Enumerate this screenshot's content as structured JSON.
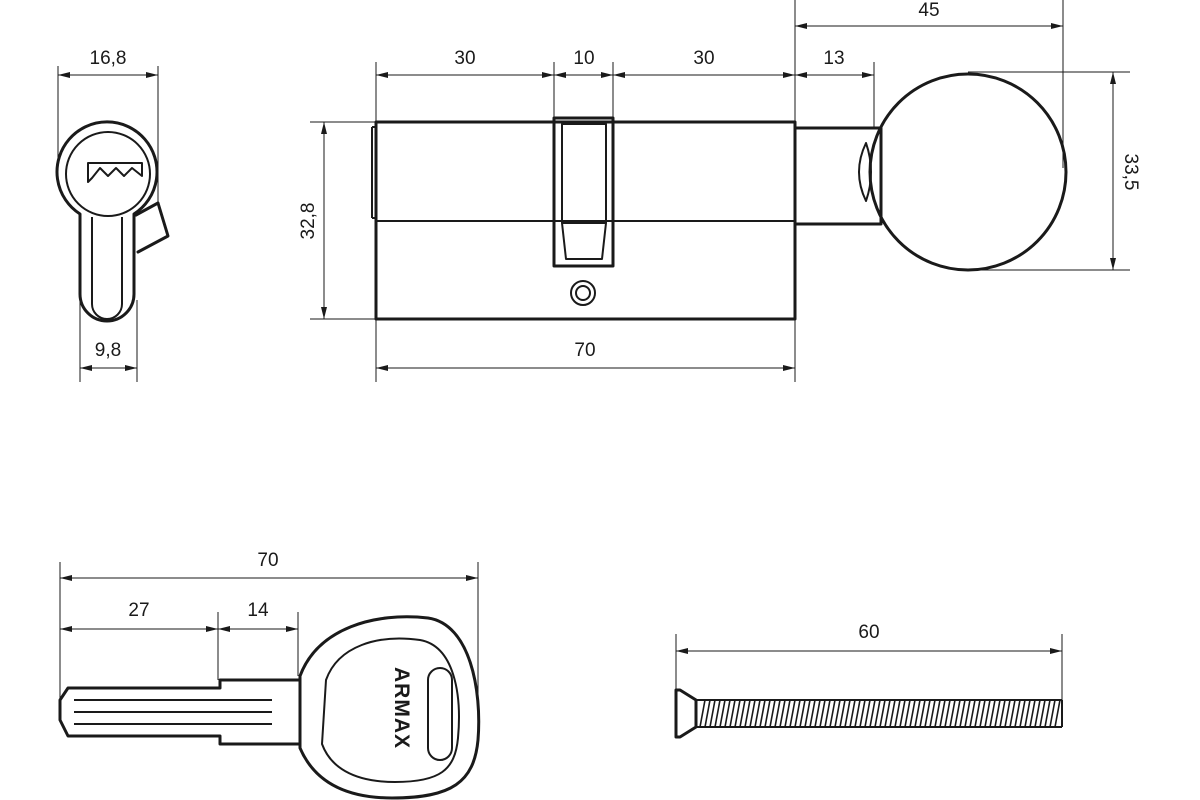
{
  "dimensions": {
    "profile_width": "16,8",
    "profile_bottom_width": "9,8",
    "body_left_length": "30",
    "cam_width": "10",
    "body_right_length": "30",
    "knob_total": "45",
    "knob_stem": "13",
    "body_height": "32,8",
    "knob_diameter": "33,5",
    "body_total": "70",
    "key_total": "70",
    "key_part1": "27",
    "key_part2": "14",
    "screw_length": "60"
  },
  "key_brand": "ARMAX"
}
